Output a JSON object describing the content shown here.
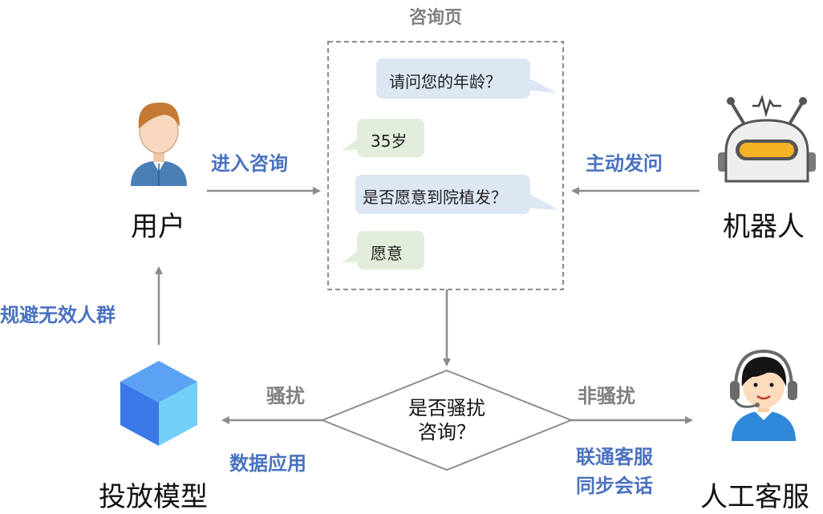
{
  "nodes": {
    "user": {
      "label": "用户",
      "icon": "user-avatar-icon"
    },
    "robot": {
      "label": "机器人",
      "icon": "robot-icon"
    },
    "agent": {
      "label": "人工客服",
      "icon": "headset-agent-icon"
    },
    "ad_delivery": {
      "label": "投放模型",
      "icon": "cube-icon"
    }
  },
  "consult_page": {
    "title": "咨询页",
    "messages": [
      {
        "from": "robot",
        "text": "请问您的年龄？"
      },
      {
        "from": "user",
        "text": "35岁"
      },
      {
        "from": "robot",
        "text": "是否愿意到院植发？"
      },
      {
        "from": "user",
        "text": "愿意"
      }
    ]
  },
  "decision": {
    "line1": "是否骚扰",
    "line2": "咨询？"
  },
  "edges": {
    "user_to_page": "进入咨询",
    "robot_to_page": "主动发问",
    "harass": "骚扰",
    "non_harass": "非骚扰",
    "data_use": "数据应用",
    "connect_agent_line1": "联通客服",
    "connect_agent_line2": "同步会话",
    "avoid": "规避无效人群"
  },
  "colors": {
    "label_blue": "#4a72c0",
    "label_gray": "#808080",
    "robot_bubble": "#dde6f3",
    "user_bubble": "#e3eddb",
    "arrow": "#8c8c8c"
  }
}
